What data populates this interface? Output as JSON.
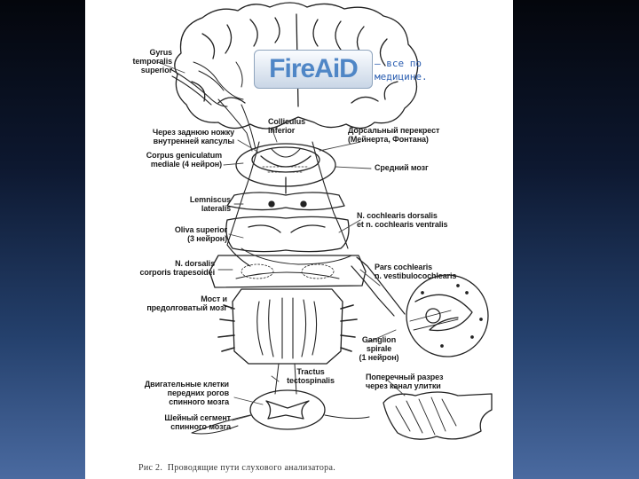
{
  "logo": {
    "text": "FireAiD",
    "tagline": "– все по\nмедицине."
  },
  "labels": {
    "gyrus": "Gyrus\ntemporalis\nsuperior",
    "posterior_limb": "Через заднюю ножку\nвнутренней капсулы",
    "geniculatum": "Corpus geniculatum\nmediale (4 нейрон)",
    "colliculus": "Colliculus\ninferior",
    "decussation": "Дорсальный перекрест\n(Мейнерта, Фонтана)",
    "midbrain": "Средний мозг",
    "lemniscus": "Lemniscus\nlateralis",
    "cochlear_nuclei": "N. cochlearis dorsalis\net n. cochlearis ventralis",
    "oliva": "Oliva superior\n(3 нейрон)",
    "trapezoid": "N. dorsalis\ncorporis trapesoidei",
    "pars_cochlearis": "Pars cochlearis\nn. vestibulocochlearis",
    "pons": "Мост и\nпредолговатый мозг",
    "ganglion": "Ganglion\nspirale\n(1 нейрон)",
    "motor_cells": "Двигательные клетки\nпередних рогов\nспинного мозга",
    "tectospinal": "Tractus\ntectospinalis",
    "cross_section": "Поперечный разрез\nчерез канал улитки",
    "cervical": "Шейный сегмент\nспинного мозга"
  },
  "caption": "Рис 2.  Проводящие пути слухового анализатора."
}
